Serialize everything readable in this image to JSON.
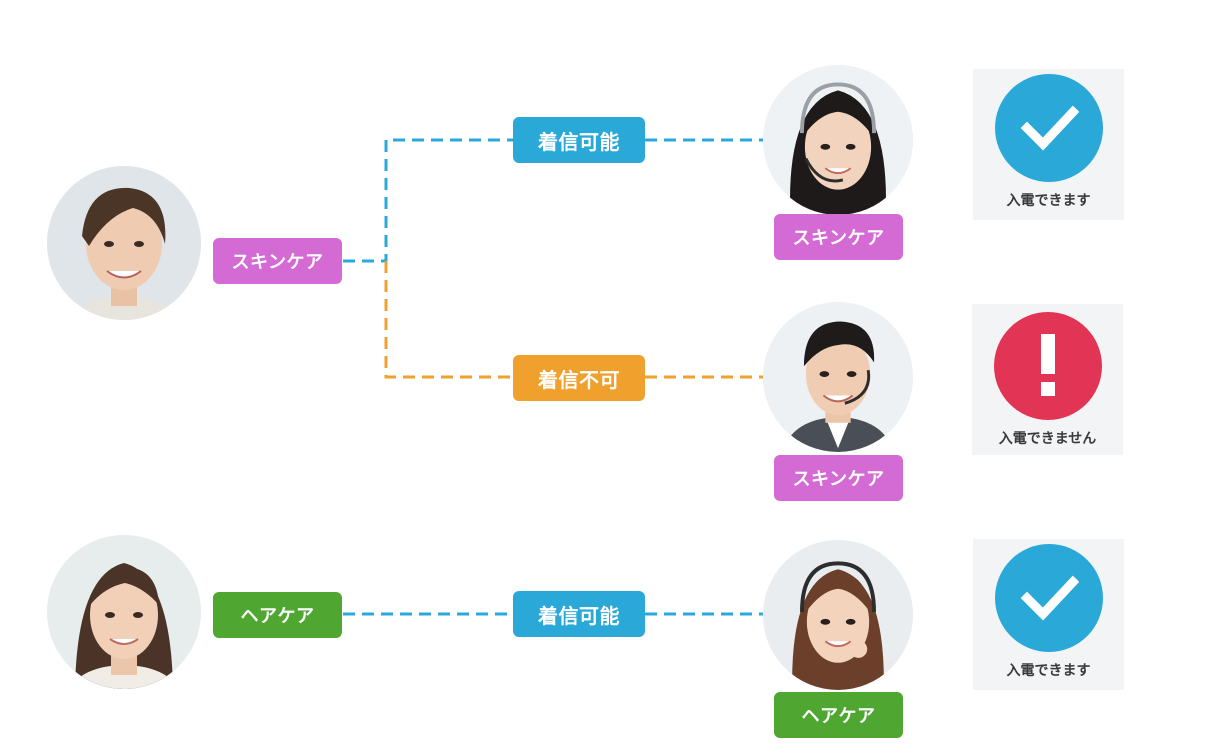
{
  "customers": [
    {
      "tag": "スキンケア"
    },
    {
      "tag": "ヘアケア"
    }
  ],
  "routes": [
    {
      "status_label": "着信可能",
      "operator_tag": "スキンケア",
      "result_text": "入電できます",
      "result": "available"
    },
    {
      "status_label": "着信不可",
      "operator_tag": "スキンケア",
      "result_text": "入電できません",
      "result": "unavailable"
    },
    {
      "status_label": "着信可能",
      "operator_tag": "ヘアケア",
      "result_text": "入電できます",
      "result": "available"
    }
  ],
  "colors": {
    "skin_tag": "#d46ad4",
    "hair_tag": "#4fa631",
    "available": "#2aa9d9",
    "unavailable": "#f0a02c",
    "error": "#e23555"
  }
}
